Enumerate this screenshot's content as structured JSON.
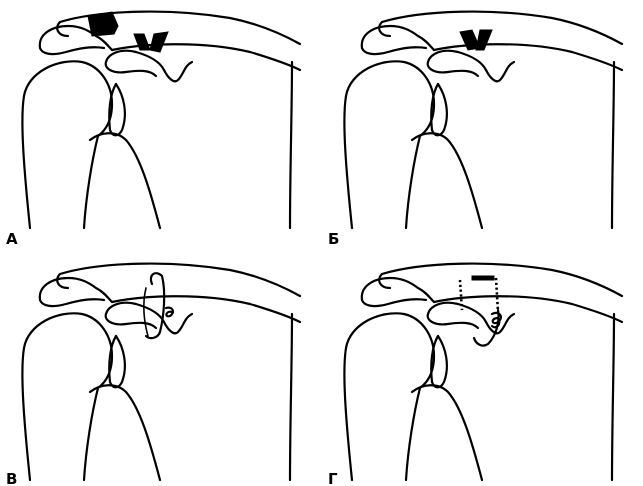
{
  "panels": [
    {
      "id": "a",
      "label": "А"
    },
    {
      "id": "b",
      "label": "Б"
    },
    {
      "id": "v",
      "label": "В"
    },
    {
      "id": "g",
      "label": "Г"
    }
  ],
  "colors": {
    "ink": "#000000",
    "background": "#ffffff"
  }
}
